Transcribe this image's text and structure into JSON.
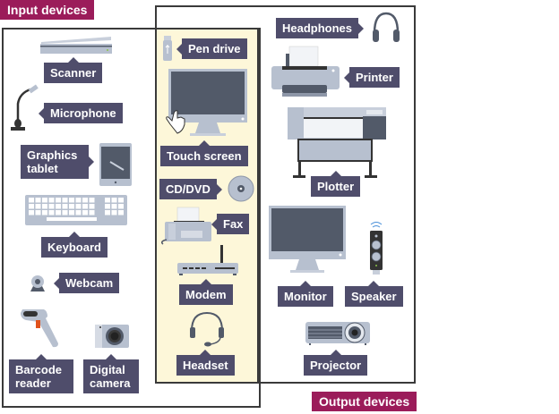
{
  "categories": {
    "input": "Input devices",
    "output": "Output devices"
  },
  "colors": {
    "category_bg": "#9b1c5a",
    "label_bg": "#4f4d6b",
    "overlap_bg": "#fdf7d9",
    "device_light": "#b7c0cf",
    "device_dark": "#525a69"
  },
  "input_only": [
    {
      "id": "scanner",
      "label": "Scanner",
      "icon": "scanner-icon"
    },
    {
      "id": "microphone",
      "label": "Microphone",
      "icon": "microphone-icon"
    },
    {
      "id": "graphics-tablet",
      "label": "Graphics tablet",
      "icon": "graphics-tablet-icon"
    },
    {
      "id": "keyboard",
      "label": "Keyboard",
      "icon": "keyboard-icon"
    },
    {
      "id": "webcam",
      "label": "Webcam",
      "icon": "webcam-icon"
    },
    {
      "id": "barcode-reader",
      "label": "Barcode reader",
      "icon": "barcode-reader-icon"
    },
    {
      "id": "digital-camera",
      "label": "Digital camera",
      "icon": "digital-camera-icon"
    }
  ],
  "both": [
    {
      "id": "pen-drive",
      "label": "Pen drive",
      "icon": "usb-drive-icon"
    },
    {
      "id": "touch-screen",
      "label": "Touch screen",
      "icon": "touch-screen-icon"
    },
    {
      "id": "cd-dvd",
      "label": "CD/DVD",
      "icon": "disc-icon"
    },
    {
      "id": "fax",
      "label": "Fax",
      "icon": "fax-icon"
    },
    {
      "id": "modem",
      "label": "Modem",
      "icon": "modem-icon"
    },
    {
      "id": "headset",
      "label": "Headset",
      "icon": "headset-icon"
    }
  ],
  "output_only": [
    {
      "id": "headphones",
      "label": "Headphones",
      "icon": "headphones-icon"
    },
    {
      "id": "printer",
      "label": "Printer",
      "icon": "printer-icon"
    },
    {
      "id": "plotter",
      "label": "Plotter",
      "icon": "plotter-icon"
    },
    {
      "id": "monitor",
      "label": "Monitor",
      "icon": "monitor-icon"
    },
    {
      "id": "speaker",
      "label": "Speaker",
      "icon": "speaker-icon"
    },
    {
      "id": "projector",
      "label": "Projector",
      "icon": "projector-icon"
    }
  ]
}
